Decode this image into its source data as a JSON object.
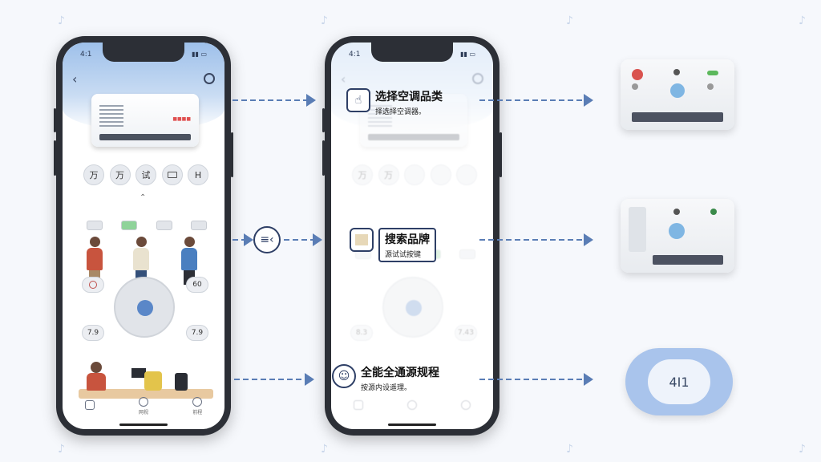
{
  "phone1": {
    "status_time": "4:1",
    "fn_buttons": [
      "万",
      "万",
      "试",
      "",
      "H"
    ],
    "left_pill_top": "",
    "right_pill_top": "60",
    "left_pill_bottom": "7.9",
    "right_pill_bottom": "7.9",
    "tabs": [
      "",
      "网视",
      "前程"
    ]
  },
  "phone2": {
    "status_time": "4:1",
    "fn_buttons": [
      "万",
      "万",
      "",
      "",
      ""
    ],
    "left_pill_bottom": "8.3",
    "right_pill_bottom": "7.43"
  },
  "callouts": {
    "select": {
      "title": "选择空调品类",
      "sub": "择选择空调器。"
    },
    "search": {
      "title": "搜索品牌",
      "sub": "源试试按键"
    },
    "learn": {
      "title": "全能全通源规程",
      "sub": "按源内设遥理。"
    }
  },
  "display": {
    "value": "4I1"
  },
  "colors": {
    "accent": "#5a7db5",
    "ink": "#2e3f66",
    "display": "#a9c4ec"
  }
}
